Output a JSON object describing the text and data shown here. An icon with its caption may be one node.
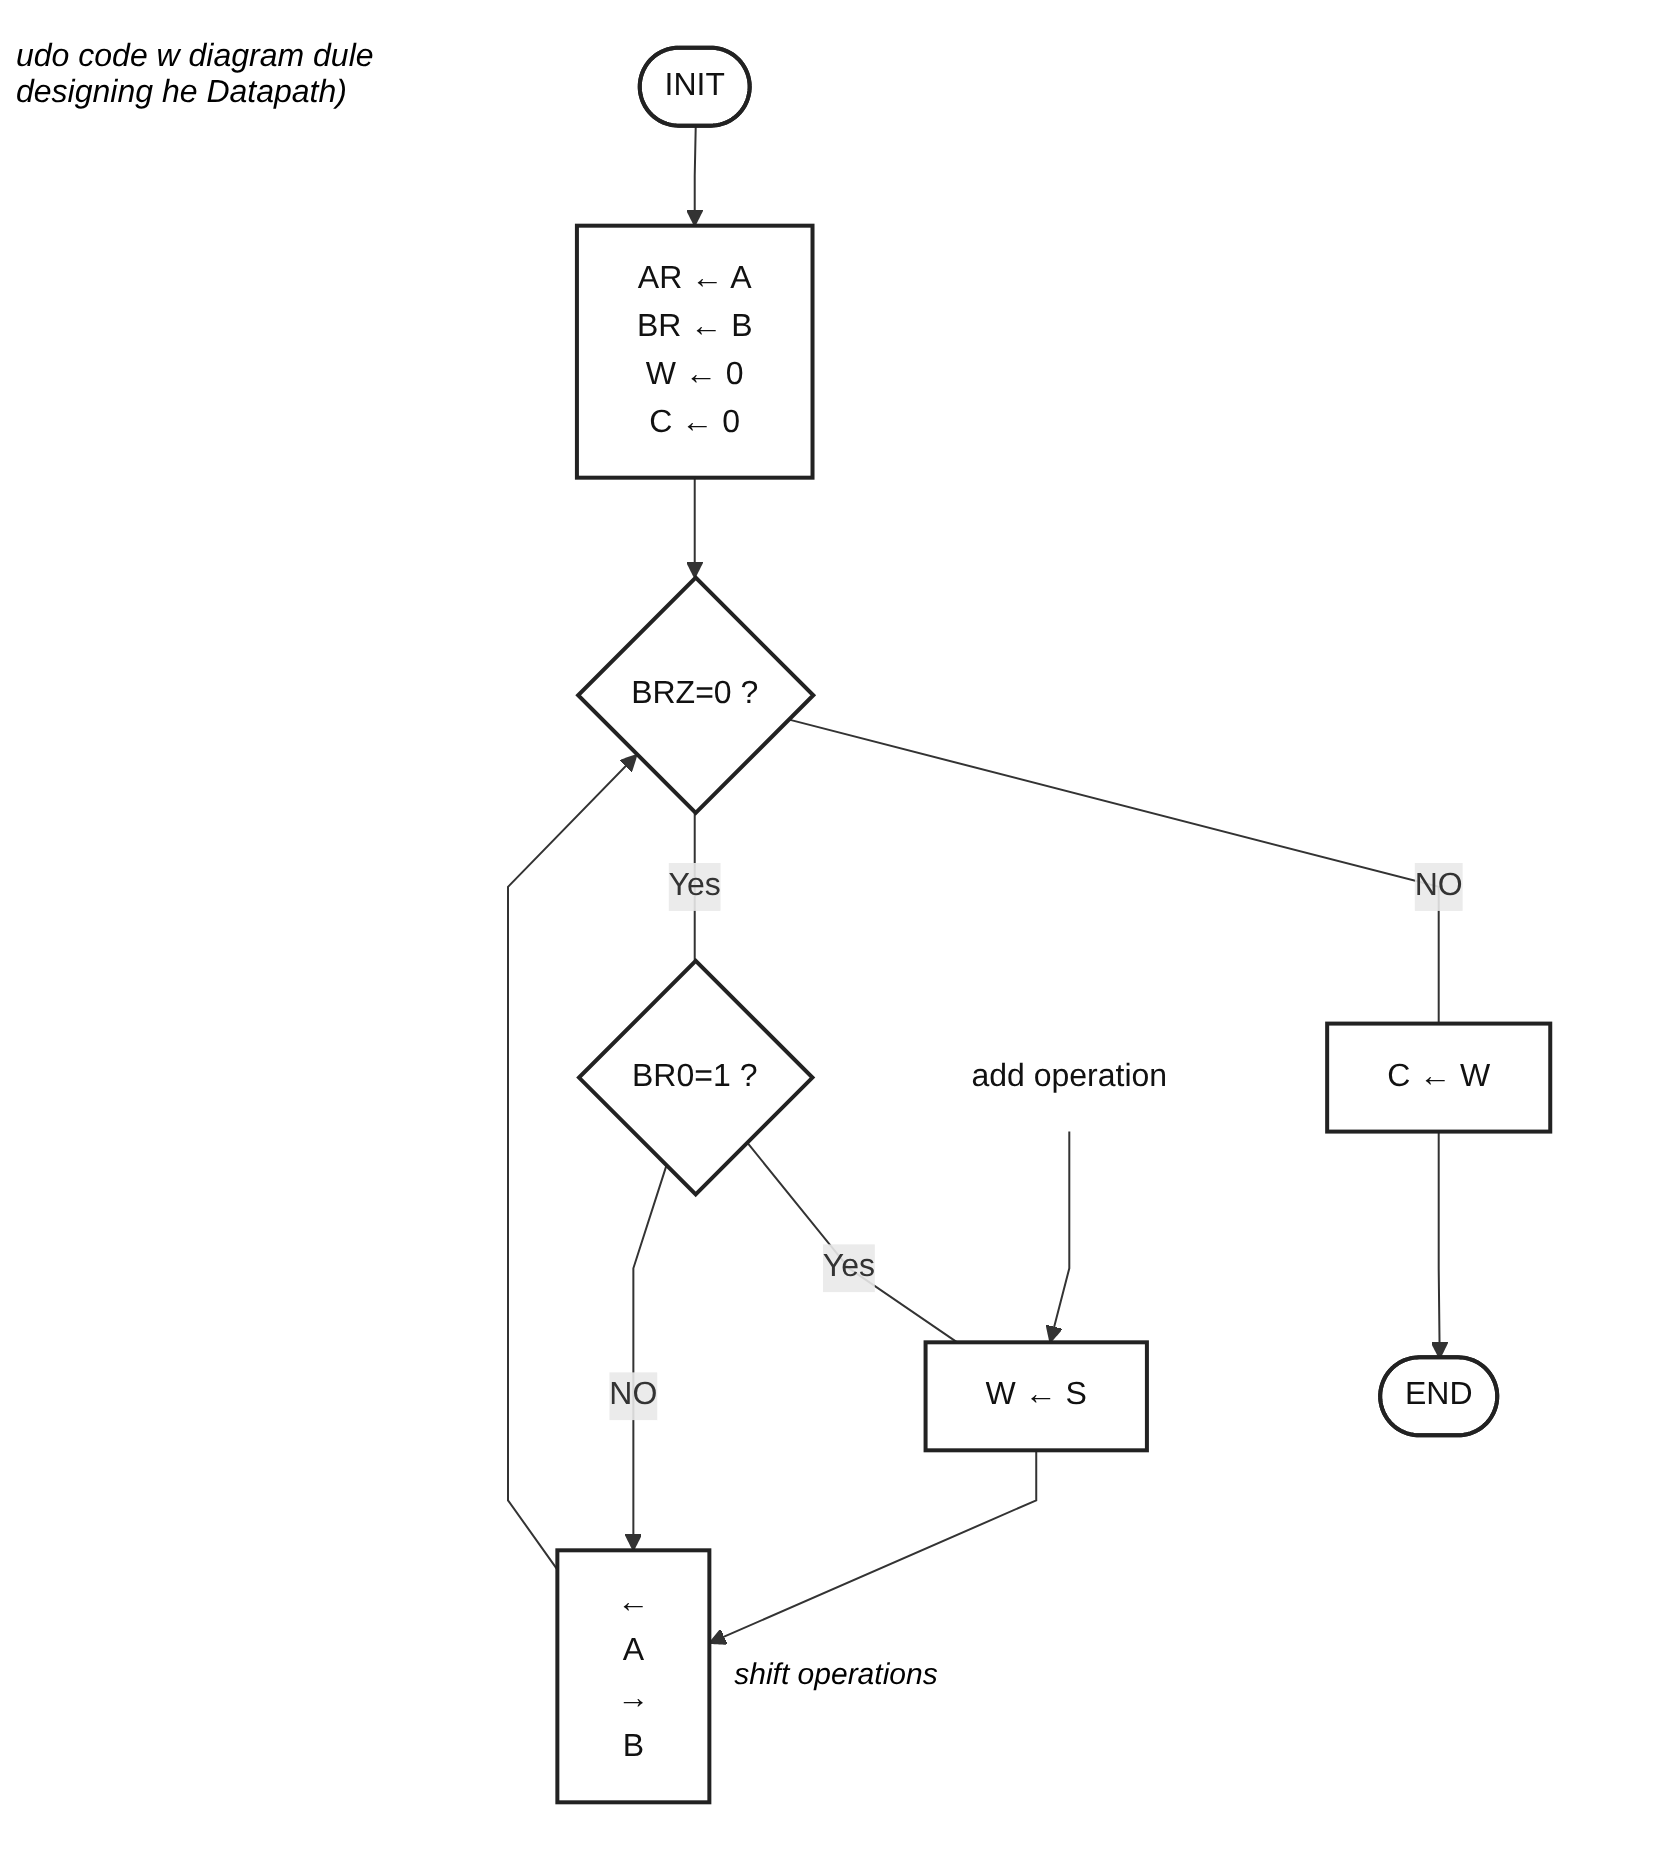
{
  "diagram": {
    "nodes": [
      {
        "text": [
          "INIT"
        ]
      },
      {
        "text": [
          "AR ← A",
          "BR ← B",
          "W ← 0",
          "C ← 0"
        ]
      },
      {
        "text": [
          "BRZ=0 ?"
        ]
      },
      {
        "text": [
          "C ← W"
        ]
      },
      {
        "text": [
          "END"
        ]
      },
      {
        "text": [
          "BR0=1 ?"
        ]
      },
      {
        "text": [
          "W ← S"
        ]
      },
      {
        "text": [
          "←",
          "A",
          "→",
          "B"
        ],
        "beside": [
          "shift operations"
        ]
      },
      {
        "text": [
          "add operation"
        ]
      }
    ],
    "edges": [
      {
        "from": 0,
        "to": 1,
        "arrow": "to"
      },
      {
        "from": 1,
        "to": 2,
        "arrow": "to"
      },
      {
        "from": 2,
        "to": 3,
        "label": "NO",
        "arrow": "none"
      },
      {
        "from": 3,
        "to": 4,
        "arrow": "to"
      },
      {
        "from": 2,
        "to": 5,
        "label": "Yes",
        "arrow": "none"
      },
      {
        "from": 5,
        "to": 6,
        "label": "Yes",
        "arrow": "none"
      },
      {
        "from": 6,
        "to": 7,
        "arrow": "to"
      },
      {
        "from": 5,
        "to": 7,
        "label": "NO",
        "arrow": "to"
      },
      {
        "from": 7,
        "to": 2,
        "arrow": "to"
      },
      {
        "from": 8,
        "to": 6,
        "arrow": "to"
      }
    ],
    "labels": [
      "udo code w diagram dule designing he Datapath)"
    ]
  }
}
